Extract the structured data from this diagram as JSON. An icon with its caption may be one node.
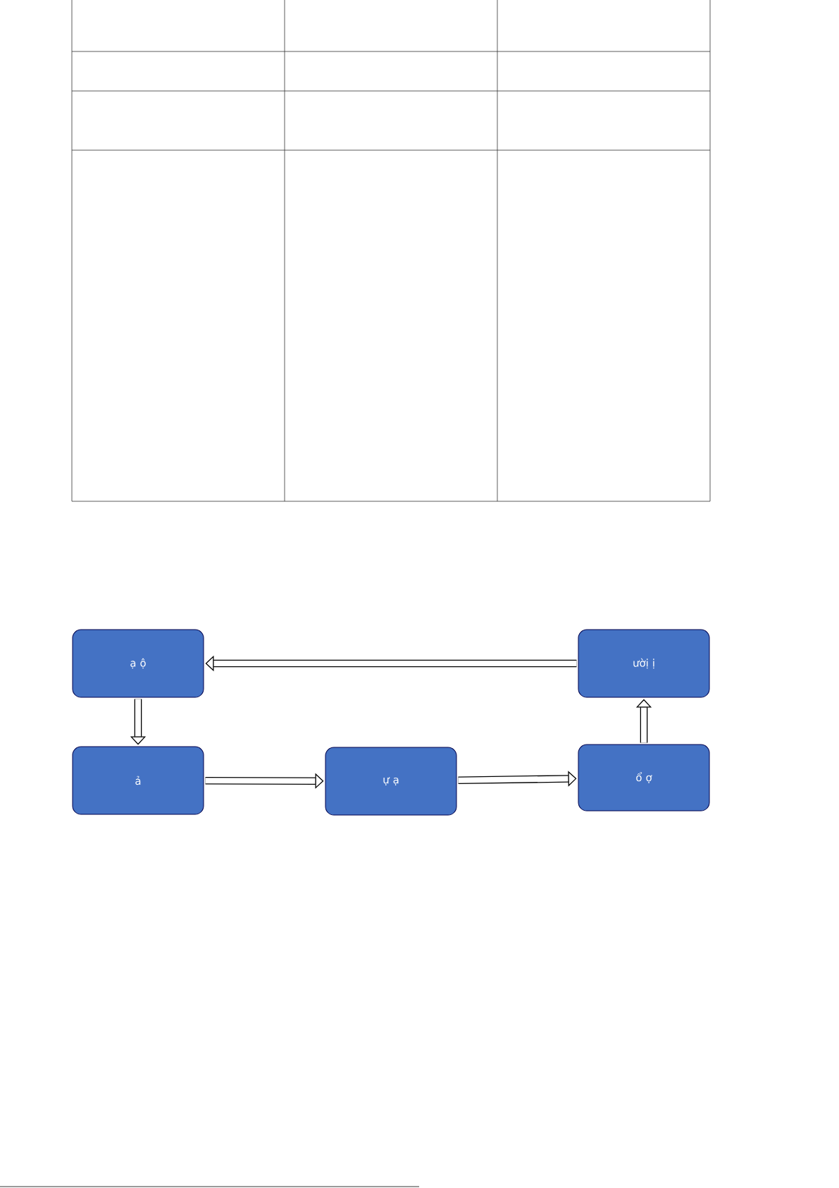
{
  "diagram": {
    "nodes": [
      {
        "text": [
          "ạ ộ"
        ]
      },
      {
        "text": [
          "ả"
        ]
      },
      {
        "text": [
          "ự ạ"
        ]
      },
      {
        "text": [
          "ổ ợ"
        ]
      },
      {
        "text": [
          "ườị ị"
        ]
      }
    ],
    "edges": [
      {
        "from": 4,
        "to": 0,
        "arrow": "to"
      },
      {
        "from": 0,
        "to": 1,
        "arrow": "to"
      },
      {
        "from": 1,
        "to": 2,
        "arrow": "to"
      },
      {
        "from": 2,
        "to": 3,
        "arrow": "to"
      },
      {
        "from": 3,
        "to": 4,
        "arrow": "to"
      }
    ]
  }
}
